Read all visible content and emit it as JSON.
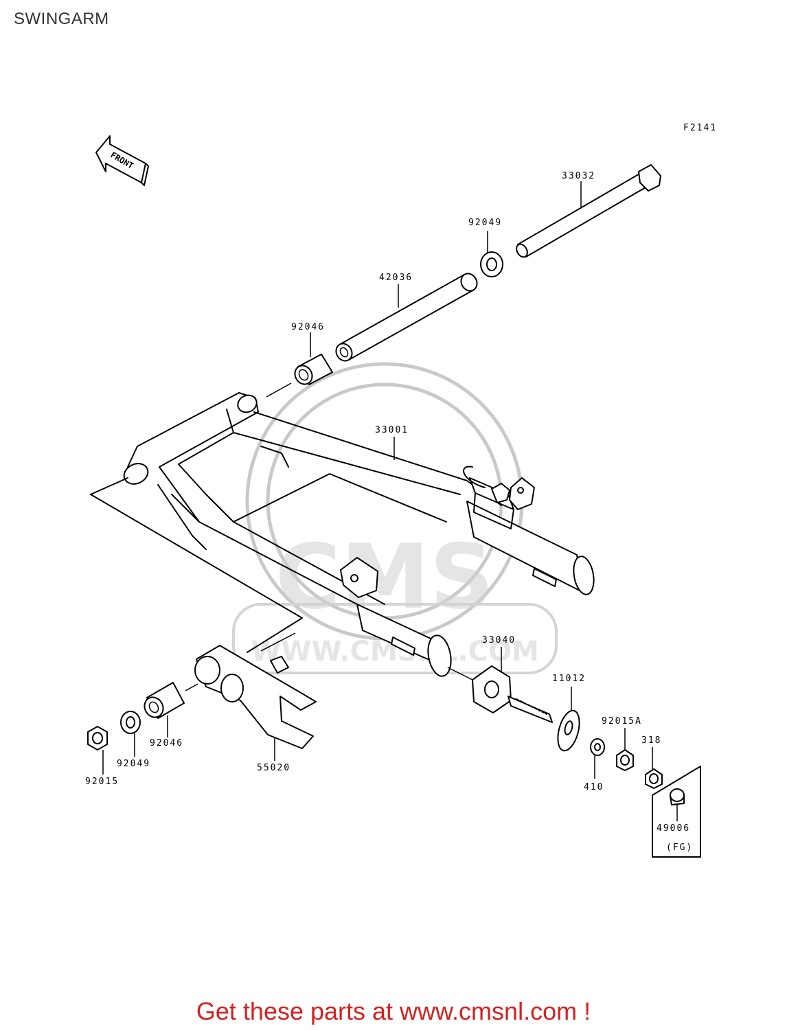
{
  "page": {
    "title": "SWINGARM"
  },
  "diagram": {
    "figure_code": "F2141",
    "direction_label": "FRONT",
    "watermark": {
      "logo_text": "CMS",
      "url_text": "WWW.CMSNL.COM"
    },
    "parts": [
      {
        "number": "33032"
      },
      {
        "number": "92049"
      },
      {
        "number": "42036"
      },
      {
        "number": "92046"
      },
      {
        "number": "33001"
      },
      {
        "number": "33040"
      },
      {
        "number": "11012"
      },
      {
        "number": "92015A"
      },
      {
        "number": "318"
      },
      {
        "number": "410"
      },
      {
        "number": "49006"
      },
      {
        "number": "(FG)"
      },
      {
        "number": "55020"
      },
      {
        "number": "92046"
      },
      {
        "number": "92049"
      },
      {
        "number": "92015"
      }
    ]
  },
  "footer": {
    "promo_text": "Get these parts at www.cmsnl.com !"
  }
}
